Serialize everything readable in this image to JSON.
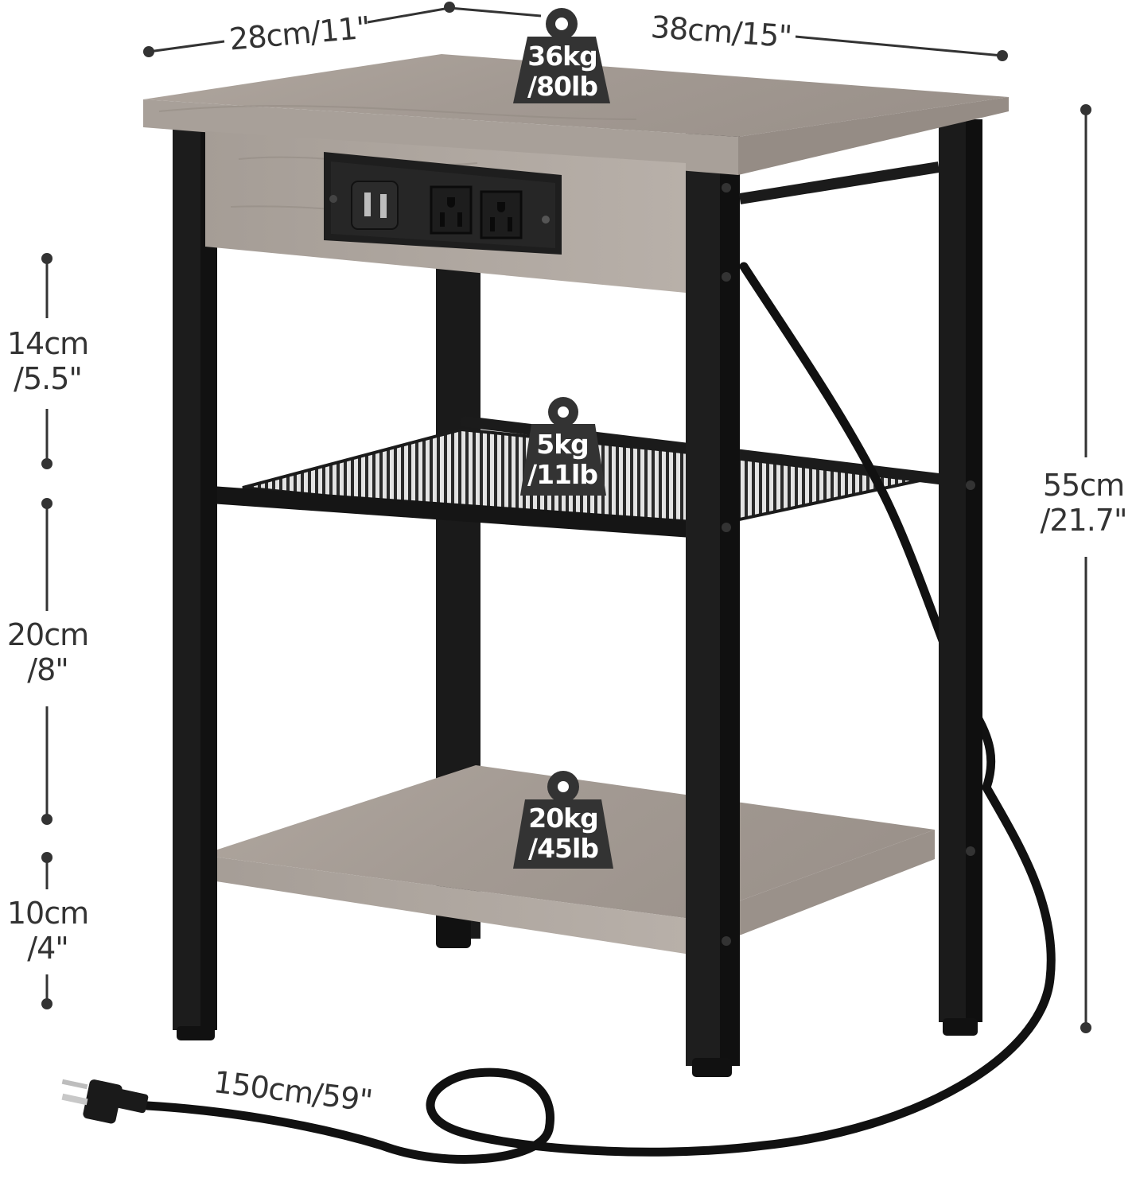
{
  "product": {
    "type": "end table with charging station",
    "colors": {
      "wood": "#a79e97",
      "wood_dark": "#8c837c",
      "frame": "#1c1c1c",
      "badge": "#333333",
      "dimension_line": "#333333",
      "background": "#ffffff"
    }
  },
  "dimensions": {
    "depth": "28cm/11\"",
    "width": "38cm/15\"",
    "height": {
      "cm": "55cm",
      "in": "/21.7\""
    },
    "top_gap": {
      "cm": "14cm",
      "in": "/5.5\""
    },
    "middle_gap": {
      "cm": "20cm",
      "in": "/8\""
    },
    "bottom_gap": {
      "cm": "10cm",
      "in": "/4\""
    },
    "cord_length": "150cm/59\""
  },
  "load_badges": {
    "top": {
      "kg": "36kg",
      "lb": "/80lb"
    },
    "mesh_shelf": {
      "kg": "5kg",
      "lb": "/11lb"
    },
    "bottom_shelf": {
      "kg": "20kg",
      "lb": "/45lb"
    }
  },
  "power_strip": {
    "usb_ports": 2,
    "ac_outlets": 2
  }
}
